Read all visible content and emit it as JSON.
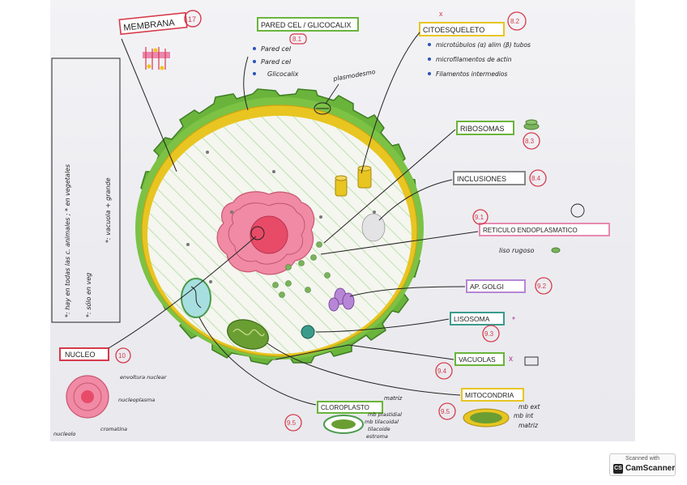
{
  "labels": {
    "membrana": "MEMBRANA",
    "membrana_num": "17",
    "pared": "PARED CEL / GLICOCALIX",
    "pared_num": "8.1",
    "pared_items": [
      "Pared cel",
      "Pared cel",
      "Glicocalix"
    ],
    "plasmodesmo": "plasmodesmo",
    "citoesqueleto": "CITOESQUELETO",
    "citoesqueleto_num": "8.2",
    "citoesqueleto_items": [
      "microtúbulos (α) alim (β) tubos",
      "microfilamentos de actin",
      "Filamentos intermedios"
    ],
    "ribosomas": "RIBOSOMAS",
    "ribosomas_num": "8.3",
    "inclusiones": "INCLUSIONES",
    "inclusiones_num": "8.4",
    "reticulo": "RETICULO ENDOPLASMATICO",
    "reticulo_num": "9.1",
    "reticulo_sub": "liso   rugoso",
    "golgi": "AP. GOLGI",
    "golgi_num": "9.2",
    "lisosoma": "LISOSOMA",
    "lisosoma_num": "9.3",
    "vacuolas": "VACUOLAS",
    "vacuolas_num": "9.4",
    "mitocondria": "MITOCONDRIA",
    "mitocondria_num": "9.5",
    "mitocondria_items": [
      "mb ext",
      "mb int",
      "matriz"
    ],
    "matriz": "matriz",
    "cloroplasto": "CLOROPLASTO",
    "cloroplasto_num": "9.5",
    "cloroplasto_items": [
      "mb plastidial",
      "mb tilacoidal",
      "tilacoide",
      "estroma"
    ],
    "nucleo": "NUCLEO",
    "nucleo_num": "10",
    "nucleo_items": [
      "envoltura nuclear",
      "nucleoplasma",
      "nucleolo",
      "cromatina"
    ],
    "side_notes": [
      "*: hay en todas las c. animales ; * en vegetales",
      "*: sólo en veg",
      "*: vacuola + grande"
    ]
  },
  "scan": {
    "small": "Scanned with",
    "brand": "CamScanner",
    "logo": "CS"
  },
  "colors": {
    "wall": "#6ab43c",
    "membrane": "#e8c521",
    "cytoplasm": "#f4f6ef",
    "stripes": "#9fd48c",
    "nucleus": "#f08aa5",
    "nucleolus": "#e84b68",
    "ink": "#222222",
    "red_ink": "#d63a4a"
  }
}
